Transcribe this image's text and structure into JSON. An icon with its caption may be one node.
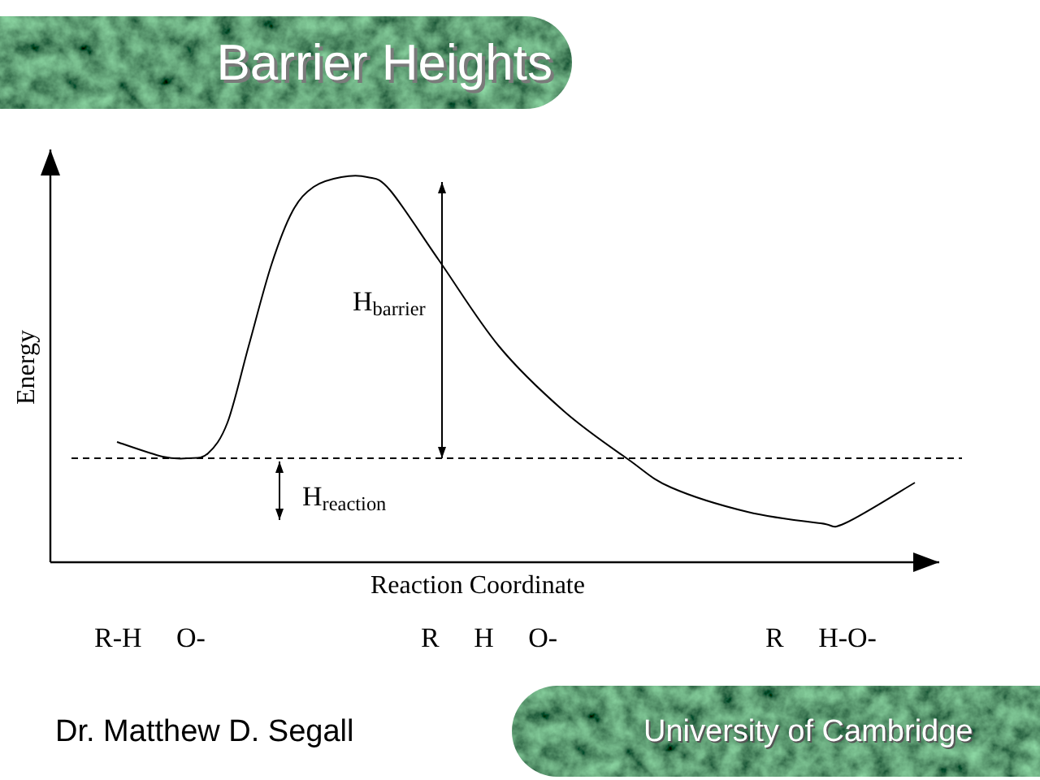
{
  "diagram": {
    "title": "Barrier Heights",
    "labels": [
      "H$_{barrier}$",
      "Energy",
      "H$_{reaction}$",
      "Reaction Coordinate",
      "R-H O-",
      "R H O-",
      "R H-O-",
      "Dr. Matthew D. Segall",
      "University of Cambridge"
    ]
  }
}
